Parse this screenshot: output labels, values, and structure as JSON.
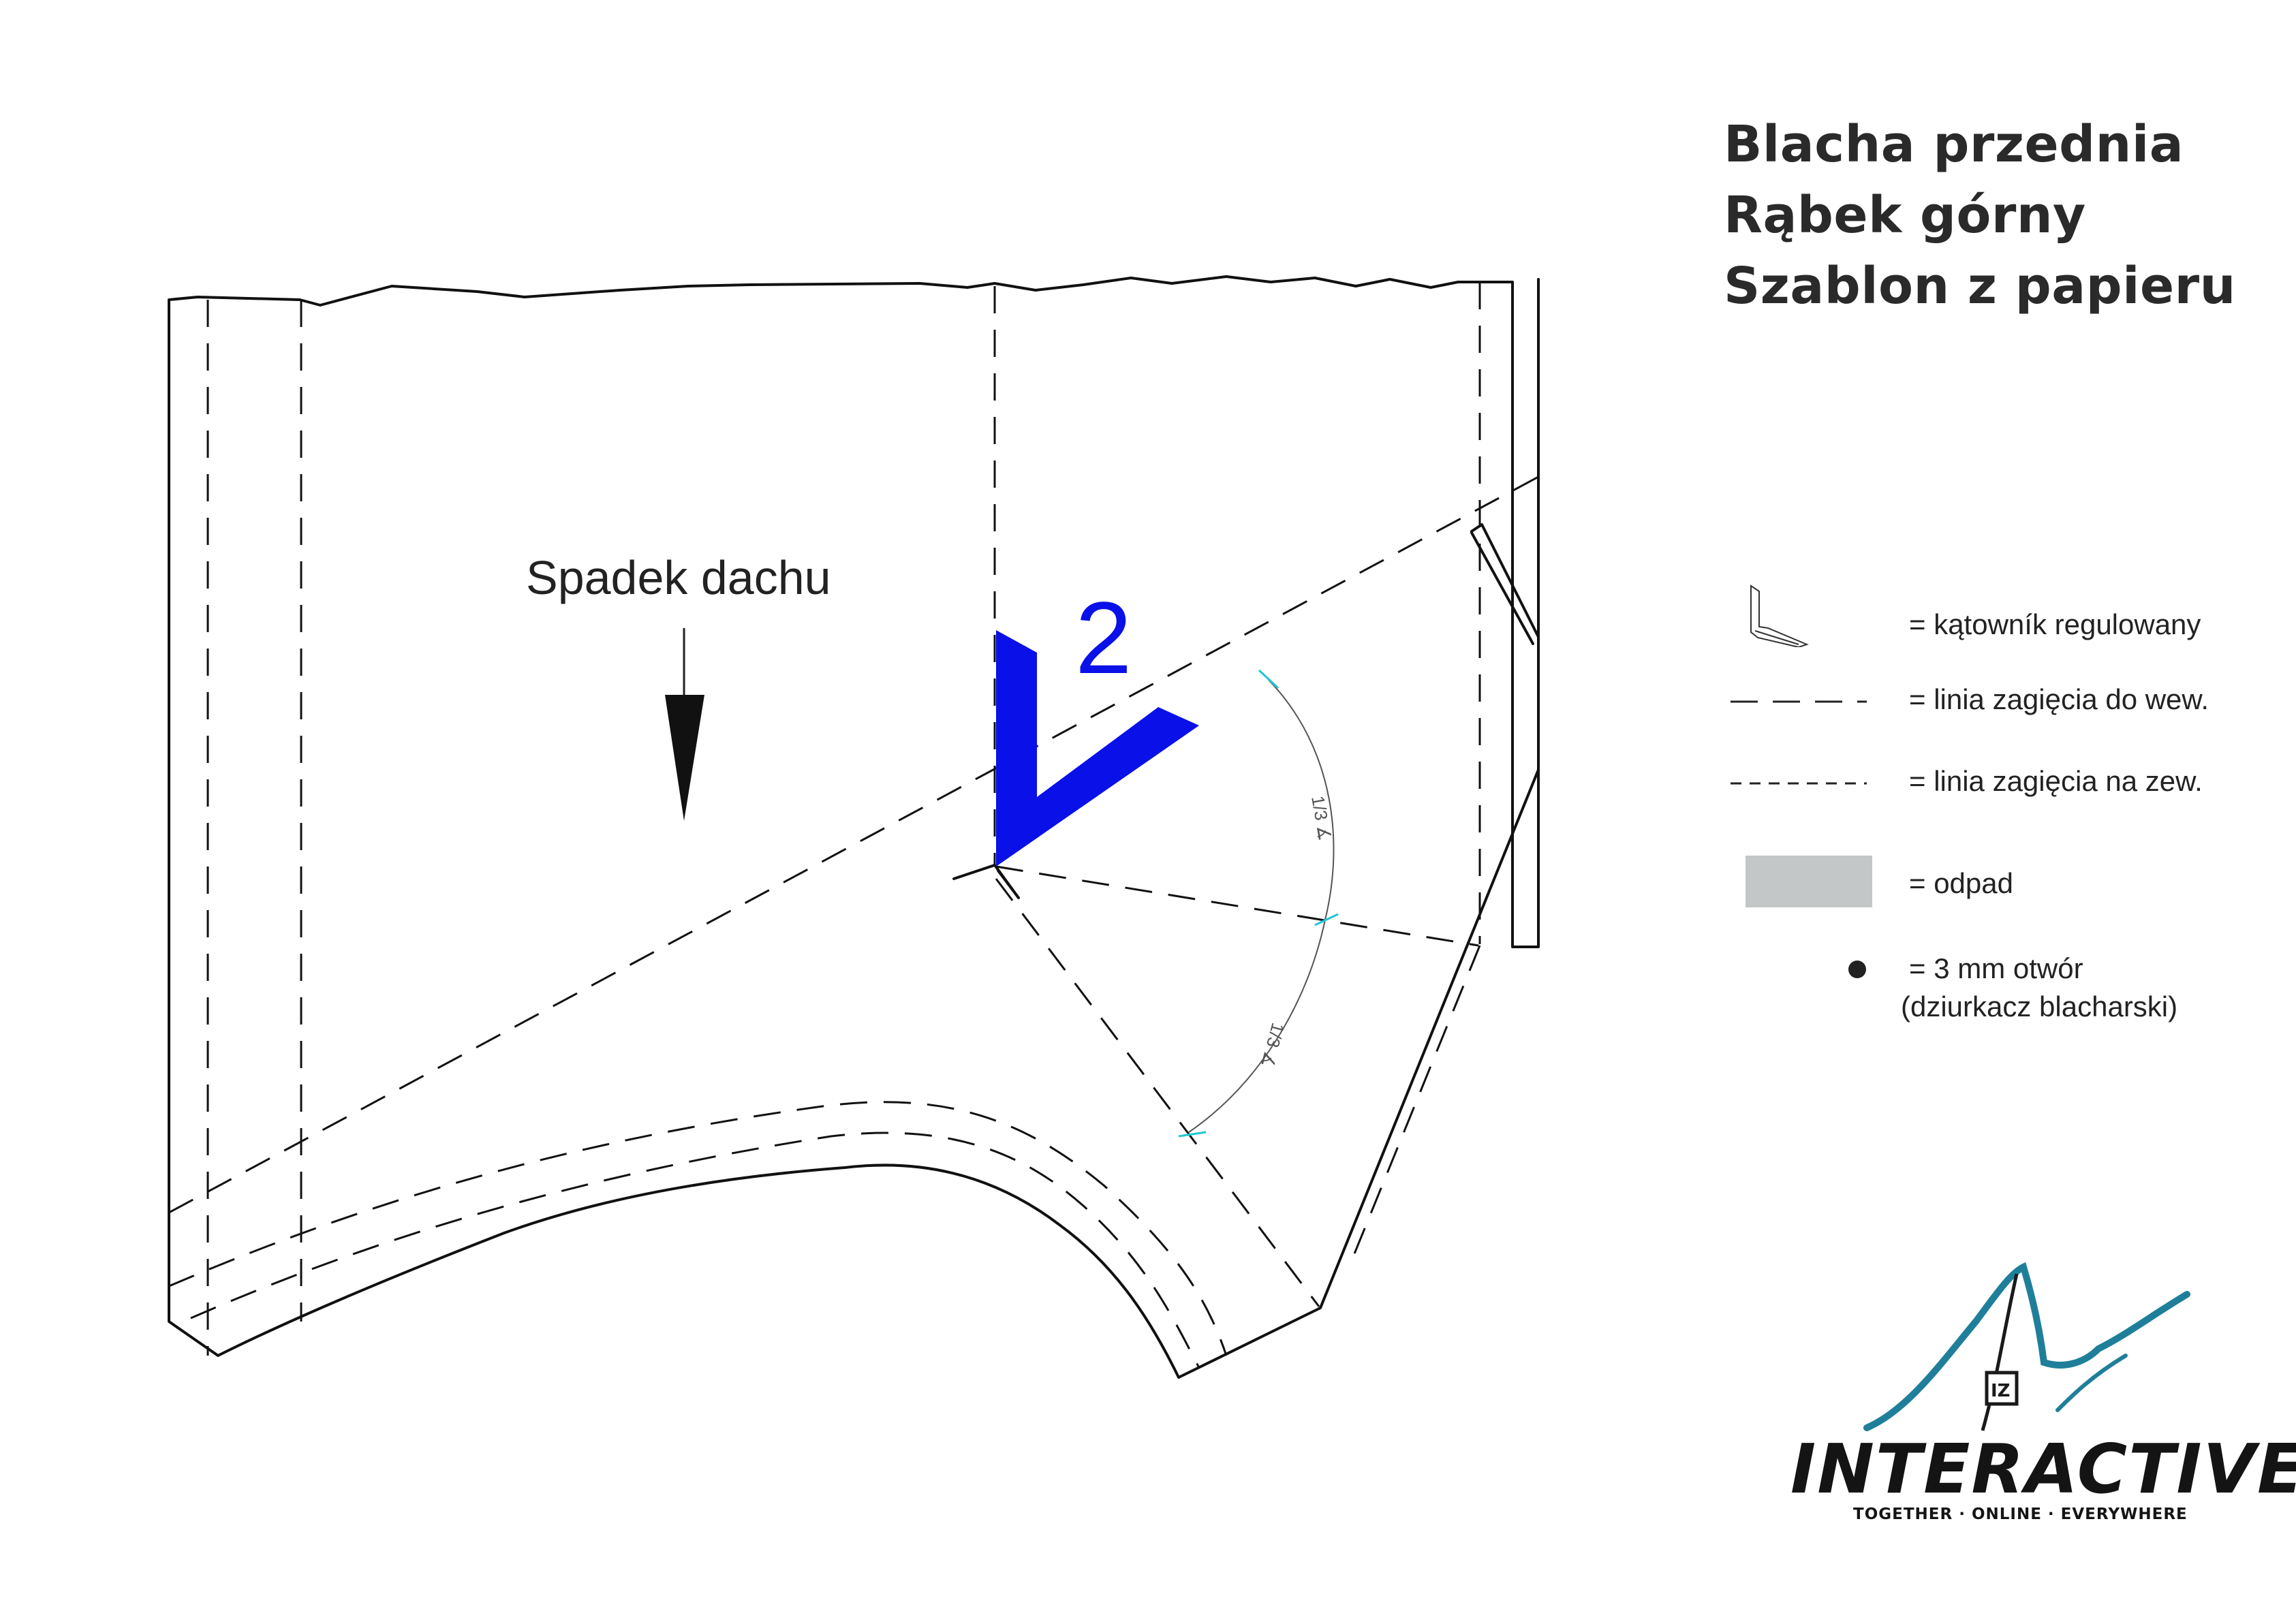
{
  "title": {
    "line1": "Blacha przednia",
    "line2": "Rąbek górny",
    "line3": "Szablon z papieru"
  },
  "diagram": {
    "slope_label": "Spadek dachu",
    "corner_marker_number": "2",
    "marker_color": "#0a10e8",
    "arc_tick_color": "#1fc7d4"
  },
  "legend": {
    "items": [
      {
        "symbol": "adjustable-square-icon",
        "text": "= kątowník regulowany"
      },
      {
        "symbol": "long-dash-line",
        "text": "= linia zagięcia do wew."
      },
      {
        "symbol": "short-dash-line",
        "text": "= linia zagięcia na zew."
      },
      {
        "symbol": "grey-swatch",
        "text": "= odpad",
        "color": "#c4c7c8"
      },
      {
        "symbol": "dot",
        "text": "= 3 mm otwór",
        "text2": "(dziurkacz blacharski)"
      }
    ]
  },
  "logo": {
    "wordmark": "INTERACTIVE",
    "tagline": "TOGETHER · ONLINE · EVERYWHERE",
    "badge": "IZ",
    "accent_color": "#1f7f9a"
  }
}
